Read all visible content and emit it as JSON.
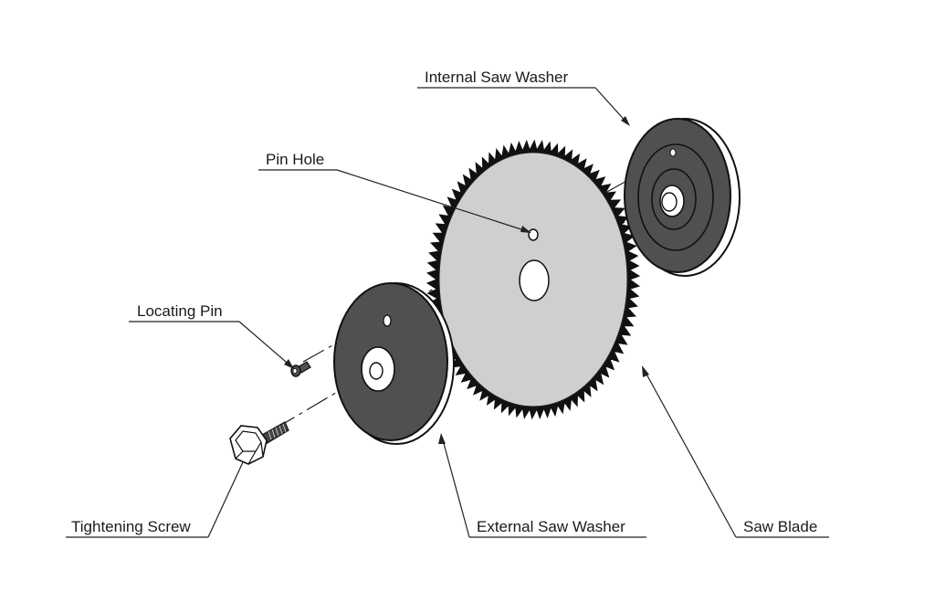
{
  "diagram": {
    "colors": {
      "background": "#ffffff",
      "blade": "#cfcfcf",
      "washer": "#505050",
      "outline": "#111111",
      "hole": "#ffffff"
    },
    "callouts": {
      "internal_saw_washer": "Internal Saw Washer",
      "pin_hole": "Pin Hole",
      "locating_pin": "Locating Pin",
      "tightening_screw": "Tightening Screw",
      "external_saw_washer": "External Saw Washer",
      "saw_blade": "Saw Blade"
    },
    "parts": [
      {
        "name": "tightening-screw",
        "icon": "hex-bolt-icon"
      },
      {
        "name": "locating-pin",
        "icon": "pin-icon"
      },
      {
        "name": "external-saw-washer",
        "icon": "washer-icon"
      },
      {
        "name": "saw-blade",
        "icon": "circular-saw-blade-icon"
      },
      {
        "name": "internal-saw-washer",
        "icon": "washer-icon"
      }
    ]
  }
}
